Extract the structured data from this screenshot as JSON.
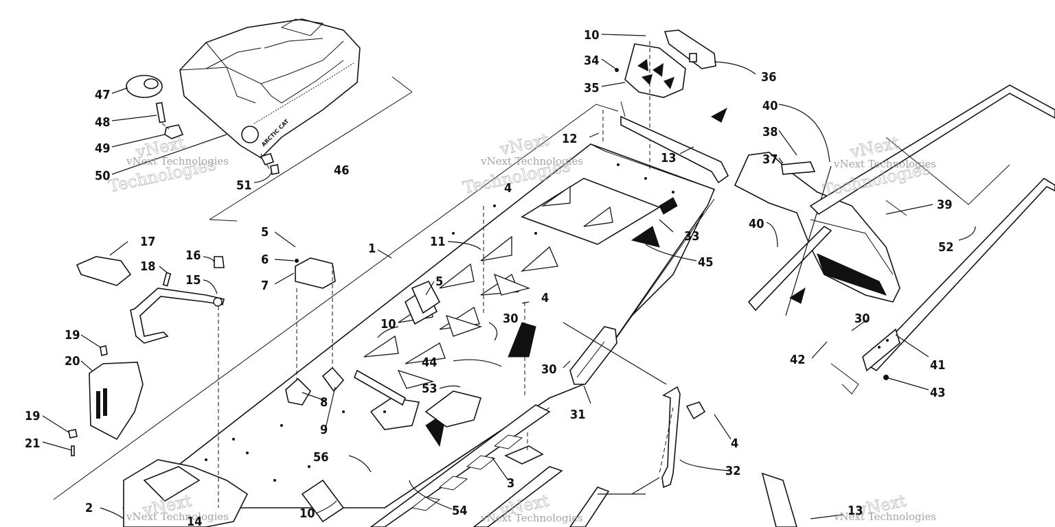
{
  "diagram": {
    "callouts": [
      {
        "id": "c10a",
        "label": "10"
      },
      {
        "id": "c34",
        "label": "34"
      },
      {
        "id": "c35",
        "label": "35"
      },
      {
        "id": "c36",
        "label": "36"
      },
      {
        "id": "c12",
        "label": "12"
      },
      {
        "id": "c13a",
        "label": "13"
      },
      {
        "id": "c40a",
        "label": "40"
      },
      {
        "id": "c38",
        "label": "38"
      },
      {
        "id": "c37",
        "label": "37"
      },
      {
        "id": "c39",
        "label": "39"
      },
      {
        "id": "c40b",
        "label": "40"
      },
      {
        "id": "c52",
        "label": "52"
      },
      {
        "id": "c47",
        "label": "47"
      },
      {
        "id": "c48",
        "label": "48"
      },
      {
        "id": "c49",
        "label": "49"
      },
      {
        "id": "c50",
        "label": "50"
      },
      {
        "id": "c51",
        "label": "51"
      },
      {
        "id": "c46",
        "label": "46"
      },
      {
        "id": "c4a",
        "label": "4"
      },
      {
        "id": "c33",
        "label": "33"
      },
      {
        "id": "c45",
        "label": "45"
      },
      {
        "id": "c1",
        "label": "1"
      },
      {
        "id": "c11",
        "label": "11"
      },
      {
        "id": "c5a",
        "label": "5"
      },
      {
        "id": "c6",
        "label": "6"
      },
      {
        "id": "c7",
        "label": "7"
      },
      {
        "id": "c17",
        "label": "17"
      },
      {
        "id": "c18",
        "label": "18"
      },
      {
        "id": "c16",
        "label": "16"
      },
      {
        "id": "c15",
        "label": "15"
      },
      {
        "id": "c5b",
        "label": "5"
      },
      {
        "id": "c4b",
        "label": "4"
      },
      {
        "id": "c30a",
        "label": "30"
      },
      {
        "id": "c10b",
        "label": "10"
      },
      {
        "id": "c19a",
        "label": "19"
      },
      {
        "id": "c20",
        "label": "20"
      },
      {
        "id": "c44",
        "label": "44"
      },
      {
        "id": "c30b",
        "label": "30"
      },
      {
        "id": "c30c",
        "label": "30"
      },
      {
        "id": "c42",
        "label": "42"
      },
      {
        "id": "c41",
        "label": "41"
      },
      {
        "id": "c43",
        "label": "43"
      },
      {
        "id": "c53",
        "label": "53"
      },
      {
        "id": "c8",
        "label": "8"
      },
      {
        "id": "c31",
        "label": "31"
      },
      {
        "id": "c19b",
        "label": "19"
      },
      {
        "id": "c9",
        "label": "9"
      },
      {
        "id": "c4c",
        "label": "4"
      },
      {
        "id": "c21",
        "label": "21"
      },
      {
        "id": "c32",
        "label": "32"
      },
      {
        "id": "c56",
        "label": "56"
      },
      {
        "id": "c3",
        "label": "3"
      },
      {
        "id": "c2",
        "label": "2"
      },
      {
        "id": "c14",
        "label": "14"
      },
      {
        "id": "c10c",
        "label": "10"
      },
      {
        "id": "c54",
        "label": "54"
      },
      {
        "id": "c13b",
        "label": "13"
      }
    ],
    "watermark": {
      "line1": "vNext Technologies",
      "line2a": "vNext",
      "line2b": "Technologies"
    },
    "seat_logo": "ARCTIC CAT"
  }
}
